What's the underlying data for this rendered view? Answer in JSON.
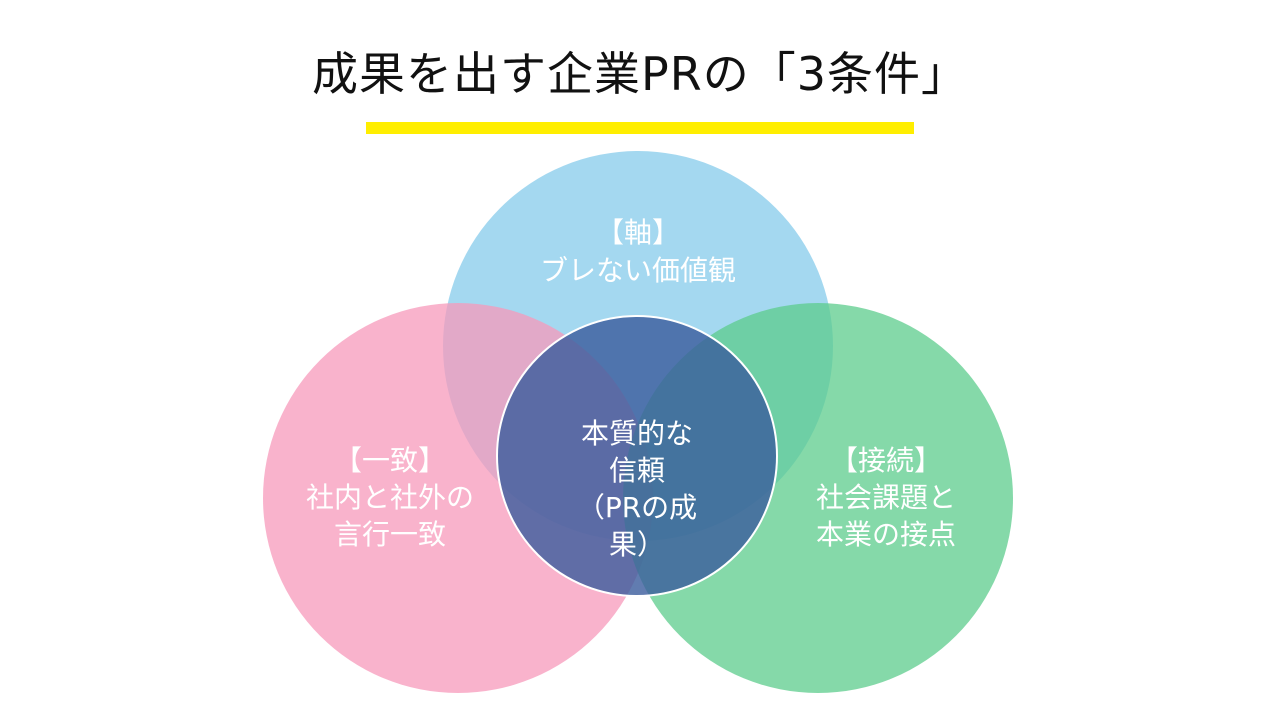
{
  "title": "成果を出す企業PRの「3条件」",
  "colors": {
    "title_underline": "#ffee00",
    "circle_top": "#7ec8ea",
    "circle_left": "#f799bb",
    "circle_right": "#5ccc8c",
    "center": "#3a5b9c",
    "background": "#ffffff"
  },
  "circles": {
    "top": {
      "heading": "【軸】",
      "lines": [
        "ブレない価値観"
      ]
    },
    "left": {
      "heading": "【一致】",
      "lines": [
        "社内と社外の",
        "言行一致"
      ]
    },
    "right": {
      "heading": "【接続】",
      "lines": [
        "社会課題と",
        "本業の接点"
      ]
    },
    "center": {
      "lines": [
        "本質的な",
        "信頼",
        "（PRの成",
        "果）"
      ]
    }
  }
}
